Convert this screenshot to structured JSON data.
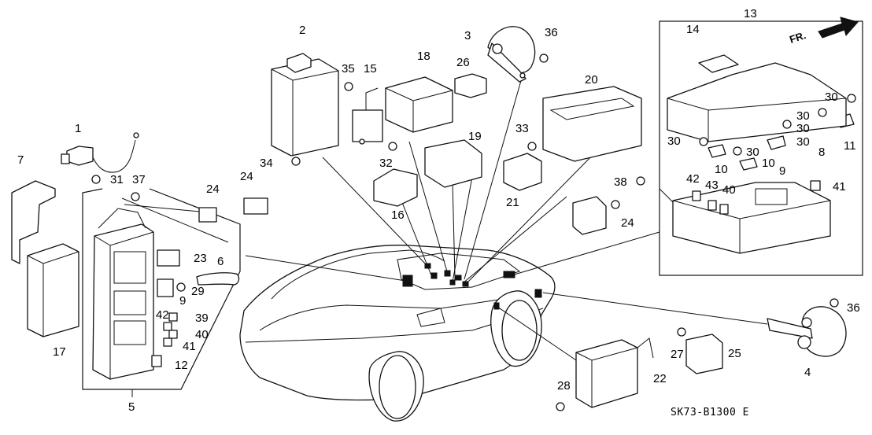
{
  "diagram": {
    "front_indicator": "FR.",
    "reference_code": "SK73-B1300 E",
    "callouts": [
      "1",
      "2",
      "3",
      "4",
      "5",
      "6",
      "7",
      "8",
      "9",
      "9",
      "10",
      "10",
      "11",
      "12",
      "13",
      "14",
      "15",
      "16",
      "17",
      "18",
      "19",
      "20",
      "21",
      "22",
      "23",
      "24",
      "24",
      "24",
      "25",
      "26",
      "27",
      "28",
      "29",
      "30",
      "30",
      "30",
      "30",
      "30",
      "30",
      "31",
      "32",
      "33",
      "34",
      "35",
      "36",
      "36",
      "37",
      "38",
      "39",
      "40",
      "40",
      "41",
      "41",
      "42",
      "42",
      "43"
    ]
  }
}
